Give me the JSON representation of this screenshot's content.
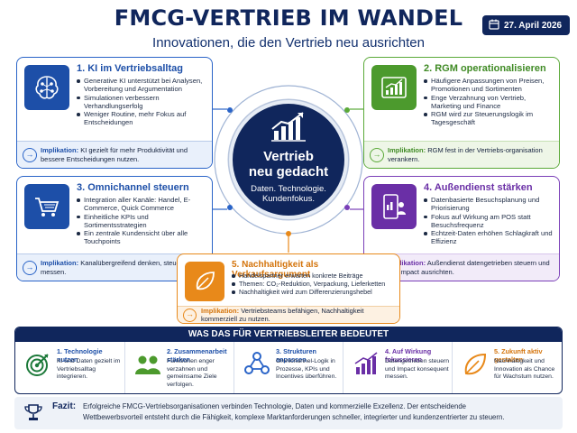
{
  "header": {
    "title": "FMCG-VERTRIEB IM WANDEL",
    "subtitle": "Innovationen, die den Vertrieb neu ausrichten",
    "date": "27. April 2026"
  },
  "center": {
    "title_line1": "Vertrieb",
    "title_line2": "neu gedacht",
    "tagline_line1": "Daten. Technologie.",
    "tagline_line2": "Kundenfokus."
  },
  "cards": [
    {
      "title": "1. KI im Vertriebsalltag",
      "bullets": [
        "Generative KI unterstützt bei Analysen, Vorbereitung und Argumentation",
        "Simulationen verbessern Verhandlungserfolg",
        "Weniger Routine, mehr Fokus auf Entscheidungen"
      ],
      "implication_label": "Implikation:",
      "implication_text": "KI gezielt für mehr Produktivität und bessere Entscheidungen nutzen."
    },
    {
      "title": "2. RGM operationalisieren",
      "bullets": [
        "Häufigere Anpassungen von Preisen, Promotionen und Sortimenten",
        "Enge Verzahnung von Vertrieb, Marketing und Finance",
        "RGM wird zur Steuerungslogik im Tagesgeschäft"
      ],
      "implication_label": "Implikation:",
      "implication_text": "RGM fest in der Vertriebs-organisation verankern."
    },
    {
      "title": "3. Omnichannel steuern",
      "bullets": [
        "Integration aller Kanäle: Handel, E-Commerce, Quick Commerce",
        "Einheitliche KPIs und Sortimentsstrategien",
        "Ein zentrale Kundensicht über alle Touchpoints"
      ],
      "implication_label": "Implikation:",
      "implication_text": "Kanalübergreifend denken, steuern und messen."
    },
    {
      "title": "4. Außendienst stärken",
      "bullets": [
        "Datenbasierte Besuchsplanung und Priorisierung",
        "Fokus auf Wirkung am POS statt Besuchsfrequenz",
        "Echtzeit-Daten erhöhen Schlagkraft und Effizienz"
      ],
      "implication_label": "Implikation:",
      "implication_text": "Außendienst datengetrieben steuern und auf Impact ausrichten."
    },
    {
      "title": "5. Nachhaltigkeit als Verkaufsargument",
      "bullets": [
        "Handelspartner erwarten konkrete Beiträge",
        "Themen: CO₂-Reduktion, Verpackung, Lieferketten",
        "Nachhaltigkeit wird zum Differenzierungshebel"
      ],
      "implication_label": "Implikation:",
      "implication_text": "Vertriebsteams befähigen, Nachhaltigkeit kommerziell zu nutzen."
    }
  ],
  "bottom": {
    "heading": "WAS DAS FÜR VERTRIEBSLEITER BEDEUTET",
    "columns": [
      {
        "title": "1. Technologie nutzen",
        "text": "KI und Daten gezielt im Vertriebsalltag integrieren.",
        "icon": "target-icon"
      },
      {
        "title": "2. Zusammenarbeit stärken",
        "text": "Funktionen enger verzahnen und gemeinsame Ziele verfolgen.",
        "icon": "team-icon"
      },
      {
        "title": "3. Strukturen anpassen",
        "text": "Omnichannel-Logik in Prozesse, KPIs und Incentives überführen.",
        "icon": "network-icon"
      },
      {
        "title": "4. Auf Wirkung fokussieren",
        "text": "Datengetrieben steuern und Impact konsequent messen.",
        "icon": "growth-chart-icon"
      },
      {
        "title": "5. Zukunft aktiv gestalten",
        "text": "Nachhaltigkeit und Innovation als Chance für Wachstum nutzen.",
        "icon": "leaf-icon"
      }
    ]
  },
  "fazit": {
    "label": "Fazit:",
    "line1": "Erfolgreiche FMCG-Vertriebsorganisationen verbinden Technologie, Daten und kommerzielle Exzellenz. Der entscheidende",
    "line2": "Wettbewerbsvorteil entsteht durch die Fähigkeit, komplexe Marktanforderungen schneller, integrierter und kundenzentrierter zu steuern."
  },
  "colors": {
    "navy": "#10265c",
    "blue": "#2a64c8",
    "green": "#5aa938",
    "purple": "#7a3fb8",
    "orange": "#e8891a"
  }
}
